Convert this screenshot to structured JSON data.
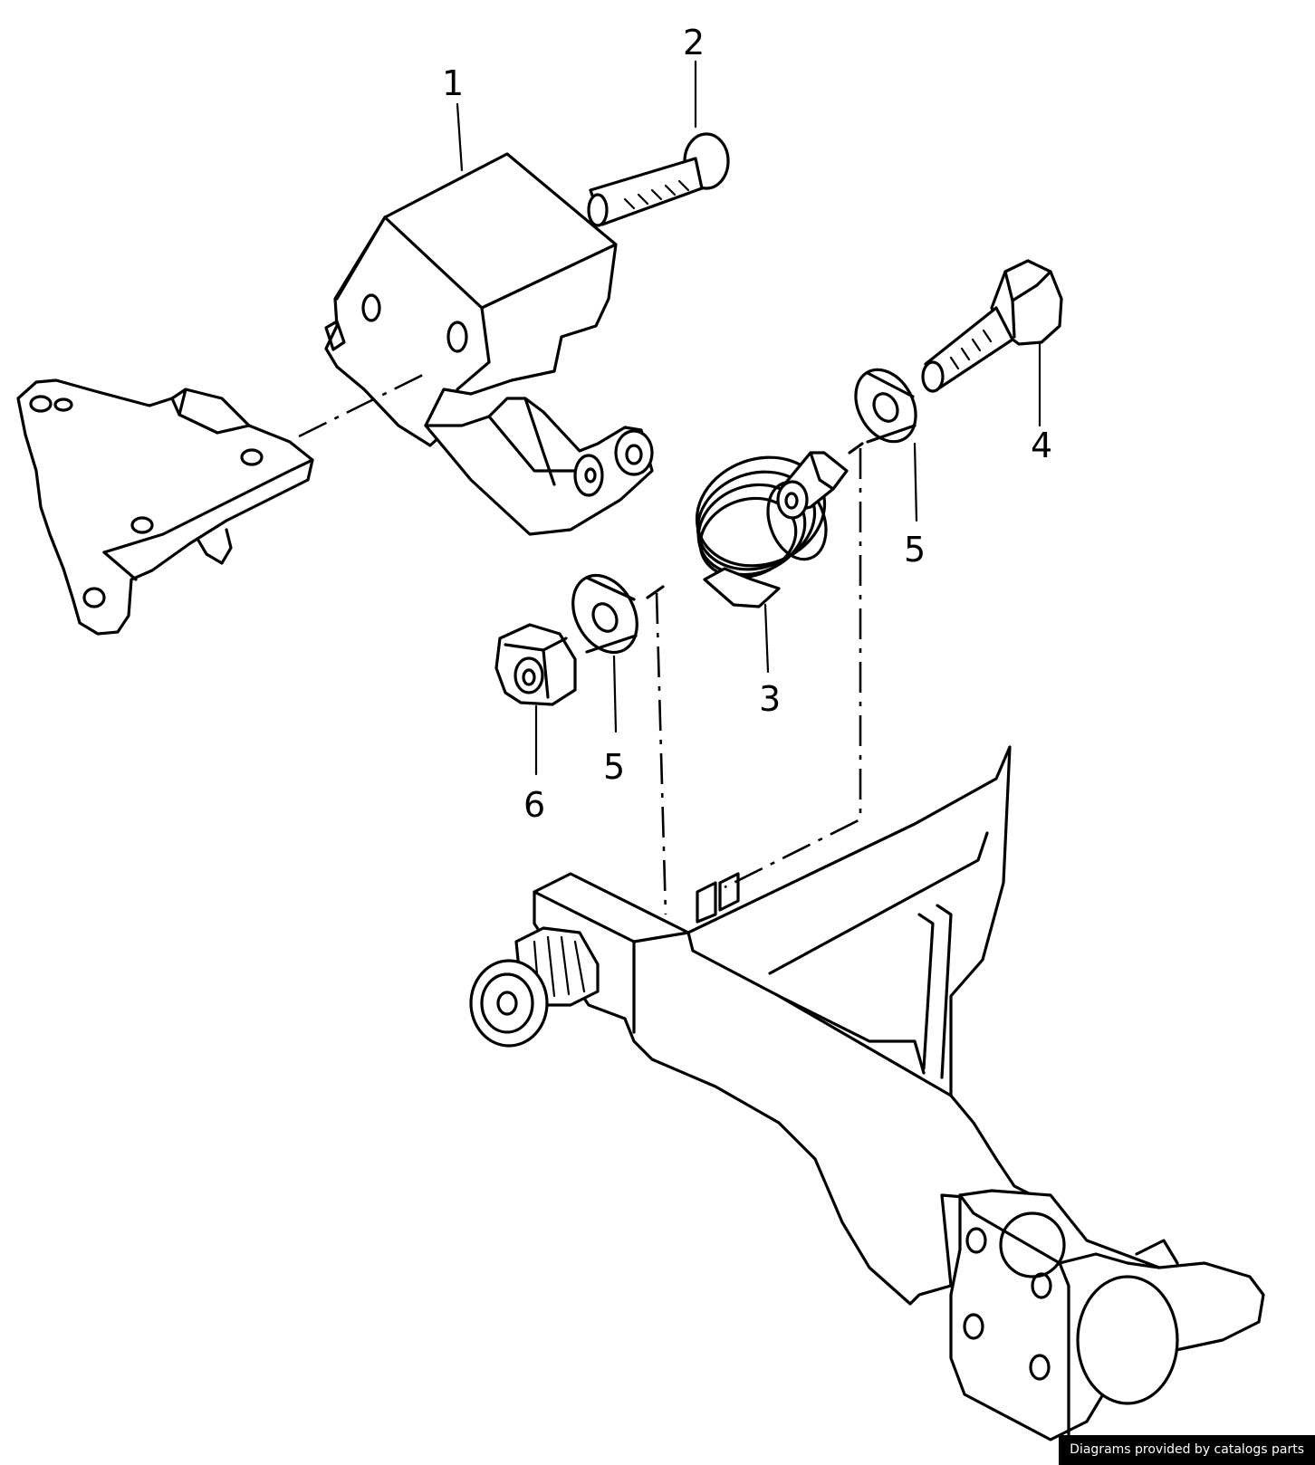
{
  "callouts": [
    {
      "id": "c1",
      "label": "1"
    },
    {
      "id": "c2",
      "label": "2"
    },
    {
      "id": "c3",
      "label": "3"
    },
    {
      "id": "c4",
      "label": "4"
    },
    {
      "id": "c5a",
      "label": "5"
    },
    {
      "id": "c5b",
      "label": "5"
    },
    {
      "id": "c6",
      "label": "6"
    }
  ],
  "footer": {
    "credit": "Diagrams provided by catalogs parts"
  }
}
